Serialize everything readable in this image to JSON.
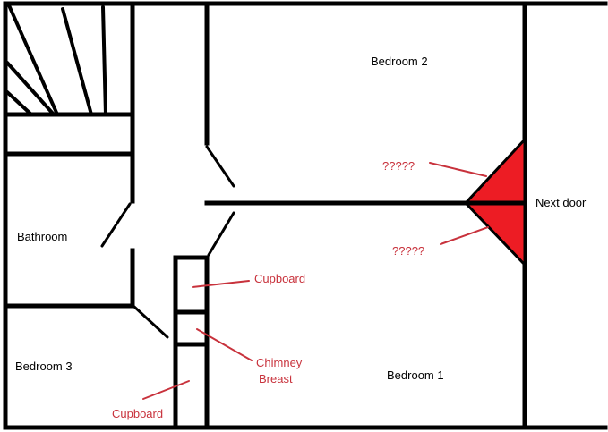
{
  "labels": {
    "bedroom_2": "Bedroom 2",
    "bedroom_1": "Bedroom 1",
    "bedroom_3": "Bedroom 3",
    "bathroom": "Bathroom",
    "next_door": "Next door",
    "unknown_upper": "?????",
    "unknown_lower": "?????",
    "cupboard_upper": "Cupboard",
    "cupboard_lower": "Cupboard",
    "chimney_line1": "Chimney",
    "chimney_line2": "Breast"
  },
  "colors": {
    "wall": "#000000",
    "annotation": "#c8323c",
    "problem_area": "#ed1c24",
    "room_label": "#000000"
  }
}
